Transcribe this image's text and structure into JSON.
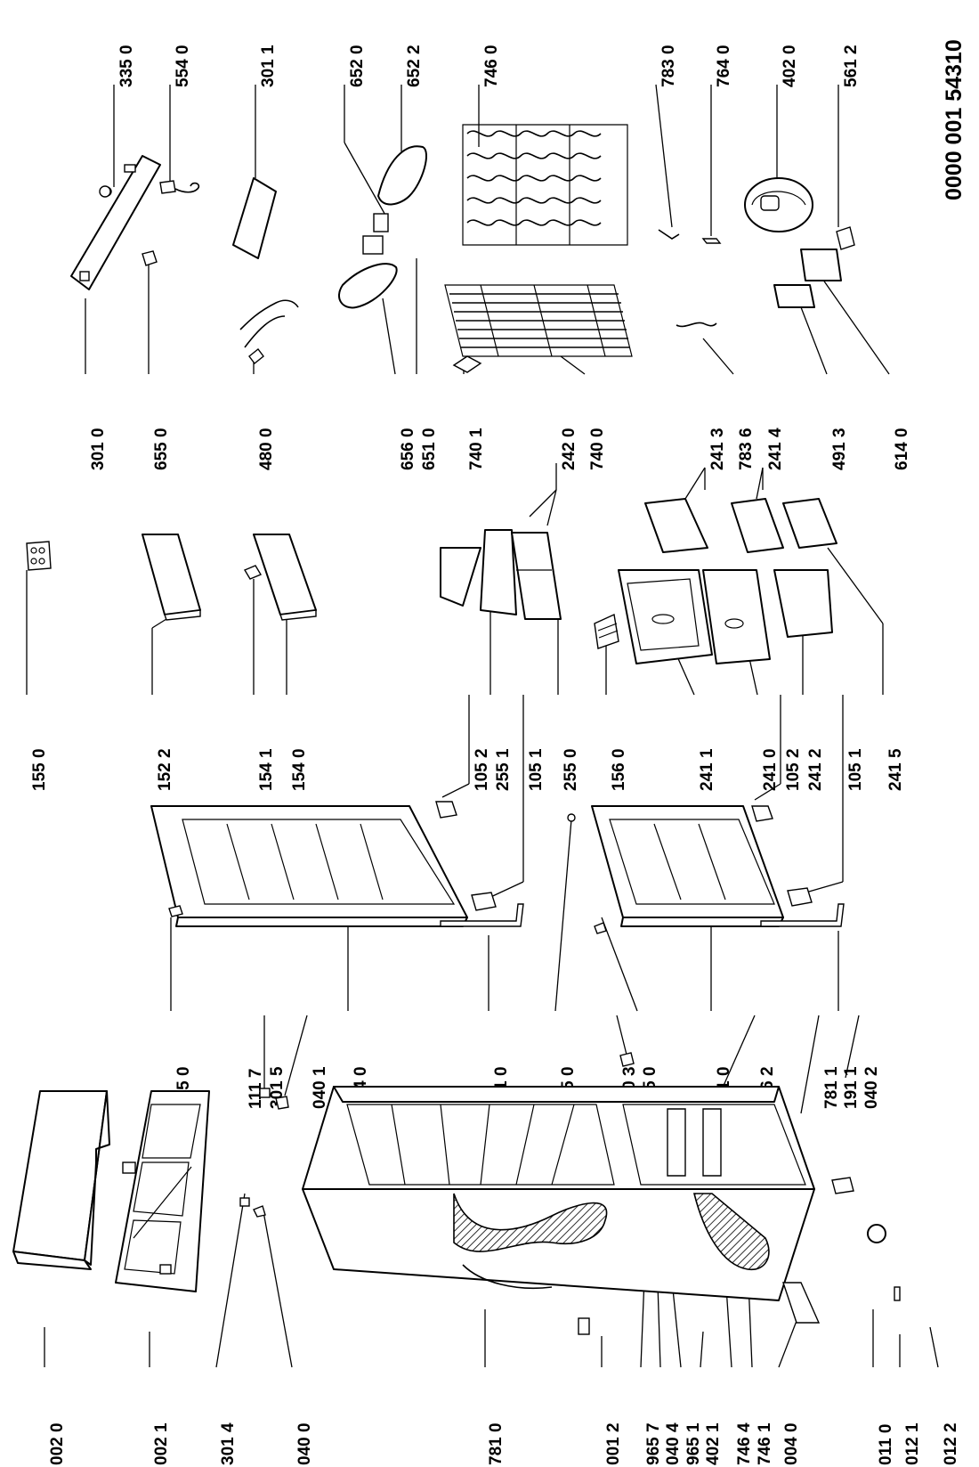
{
  "document_number": "0000 001 54310",
  "columns": [
    {
      "id": "col1",
      "labels": [
        "002 0",
        "002 1",
        "301 4",
        "040 0"
      ]
    },
    {
      "id": "col2",
      "labels": [
        "781 0",
        "001 2",
        "965 7",
        "040 4",
        "965 1",
        "402 1",
        "746 4",
        "746 1",
        "004 0",
        "011 0",
        "012 1",
        "012 2"
      ]
    },
    {
      "id": "col3",
      "labels": [
        "301 5",
        "111 7",
        "040 1",
        "040 3",
        "746 2",
        "781 1",
        "040 2"
      ]
    },
    {
      "id": "col4",
      "labels": [
        "105 0",
        "104 0",
        "191 0",
        "965 0",
        "105 0",
        "101 0",
        "191 1"
      ]
    },
    {
      "id": "col5",
      "labels": [
        "105 2",
        "105 1",
        "105 2",
        "105 1"
      ]
    },
    {
      "id": "col6",
      "labels": [
        "155 0",
        "152 2",
        "154 1",
        "154 0",
        "255 1",
        "255 0",
        "156 0",
        "241 1",
        "241 0",
        "241 2",
        "241 5"
      ]
    },
    {
      "id": "col7",
      "labels": [
        "242 0",
        "241 3",
        "241 4"
      ]
    },
    {
      "id": "col8",
      "labels": [
        "301 0",
        "655 0",
        "480 0",
        "656 0",
        "651 0",
        "740 1",
        "740 0",
        "783 6",
        "491 3",
        "614 0"
      ]
    },
    {
      "id": "col9",
      "labels": [
        "335 0",
        "554 0",
        "301 1",
        "652 0",
        "652 2",
        "746 0",
        "783 0",
        "764 0",
        "402 0",
        "561 2"
      ]
    }
  ]
}
